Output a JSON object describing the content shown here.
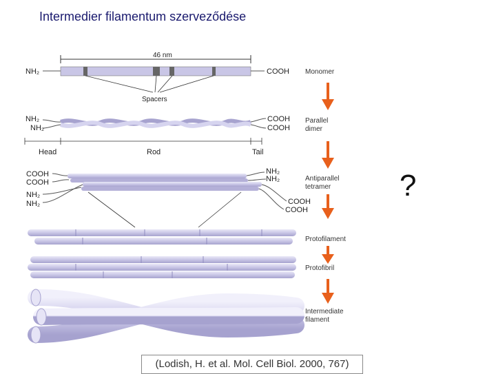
{
  "slide": {
    "title": "Intermedier filamentum szerveződése",
    "question_mark": "?",
    "citation": "(Lodish, H. et al. Mol. Cell Biol. 2000, 767)",
    "colors": {
      "background": "#ffffff",
      "title": "#1a1a6e",
      "gray_side": "#c8c8c8",
      "arrow": "#e8601c",
      "fiber": "#c9c6e6"
    }
  },
  "figure": {
    "length_label": "46 nm",
    "spacers_label": "Spacers",
    "head_label": "Head",
    "rod_label": "Rod",
    "tail_label": "Tail",
    "nh2": "NH₂",
    "cooh": "COOH",
    "stages": [
      "Monomer",
      "Parallel",
      "dimer",
      "Antiparallel",
      "tetramer",
      "Protofilament",
      "Protofibril",
      "Intermediate",
      "filament"
    ]
  }
}
